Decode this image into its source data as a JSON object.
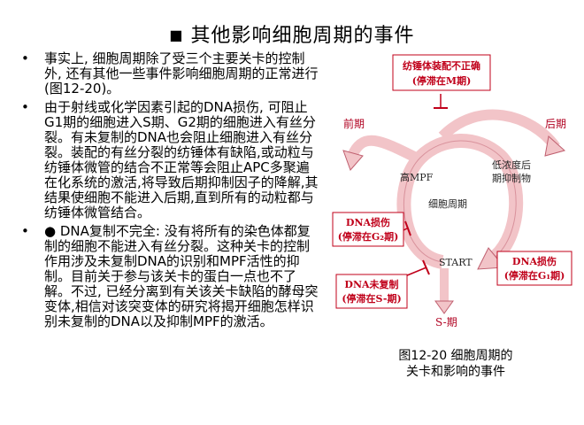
{
  "title": "其他影响细胞周期的事件",
  "bullets": [
    "事实上, 细胞周期除了受三个主要关卡的控制外, 还有其他一些事件影响细胞周期的正常进行(图12-20)。",
    "由于射线或化学因素引起的DNA损伤, 可阻止G1期的细胞进入S期、G2期的细胞进入有丝分裂。有未复制的DNA也会阻止细胞进入有丝分裂。装配的有丝分裂的纺锤体有缺陷,或动粒与纺锤体微管的结合不正常等会阻止APC多聚遍在化系统的激活,将导致后期抑制因子的降解,其结果使细胞不能进入后期,直到所有的动粒都与纺锤体微管结合。",
    "● DNA复制不完全: 没有将所有的染色体都复制的细胞不能进入有丝分裂。这种关卡的控制作用涉及未复制DNA的识别和MPF活性的抑制。目前关于参与该关卡的蛋白一点也不了解。不过, 已经分离到有关该关卡缺陷的酵母突变体,相信对该突变体的研究将揭开细胞怎样识别未复制的DNA以及抑制MPF的激活。"
  ],
  "figure": {
    "top_box": [
      "纺锤体装配不正确",
      "(停滞在M期)"
    ],
    "prophase": "前期",
    "anaphase": "后期",
    "high_mpf": "高MPF",
    "low_conc": [
      "低浓度后",
      "期抑制物"
    ],
    "cycle": "细胞周期",
    "dna_damage_g2": [
      "DNA损伤",
      "(停滞在G₂期)"
    ],
    "dna_damage_g1": [
      "DNA损伤",
      "(停滞在G₁期)"
    ],
    "unreplicated": [
      "DNA未复制",
      "(停滞在S-期)"
    ],
    "start": "START",
    "s_phase": "S-期"
  },
  "caption": [
    "图12-20 细胞周期的",
    "关卡和影响的事件"
  ],
  "colors": {
    "accent": "#c0001a",
    "arrow_fill": "#f2c4c8",
    "arrow_stroke": "#c06070"
  }
}
